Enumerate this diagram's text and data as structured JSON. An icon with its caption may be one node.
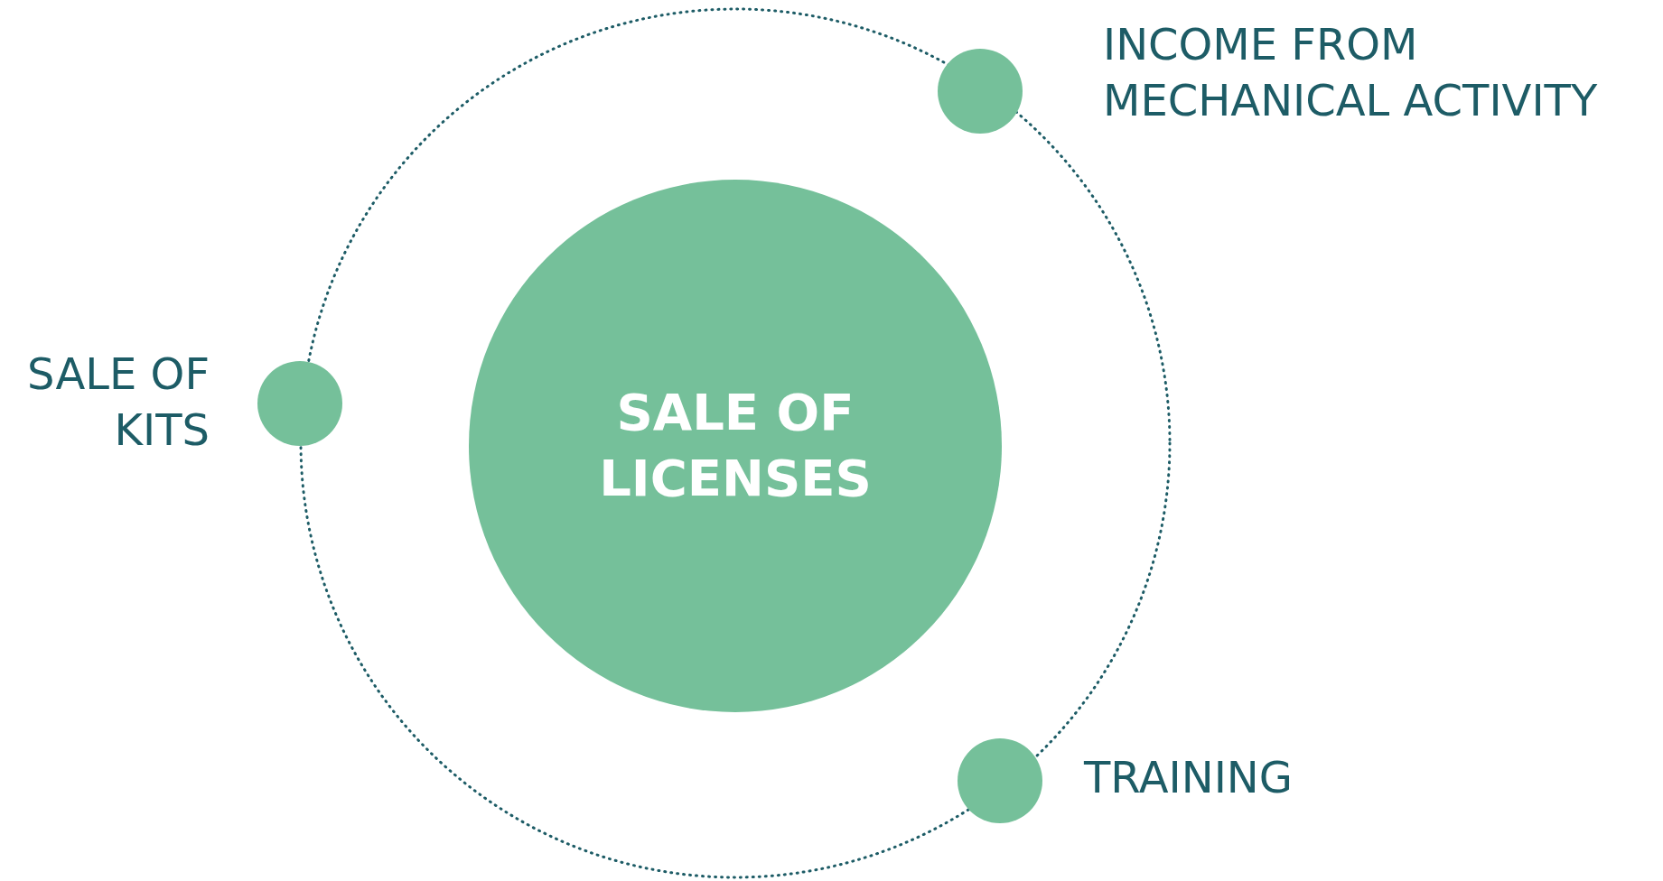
{
  "diagram": {
    "nodes": [
      {
        "text": [
          "SALE OF LICENSES"
        ]
      },
      {
        "text": [],
        "shape": "circle",
        "beside": [
          "INCOME FROM MECHANICAL ACTIVITY"
        ]
      },
      {
        "text": [],
        "shape": "circle",
        "beside": [
          "SALE OF KITS"
        ]
      },
      {
        "text": [],
        "shape": "circle",
        "beside": [
          "TRAINING"
        ]
      }
    ]
  }
}
